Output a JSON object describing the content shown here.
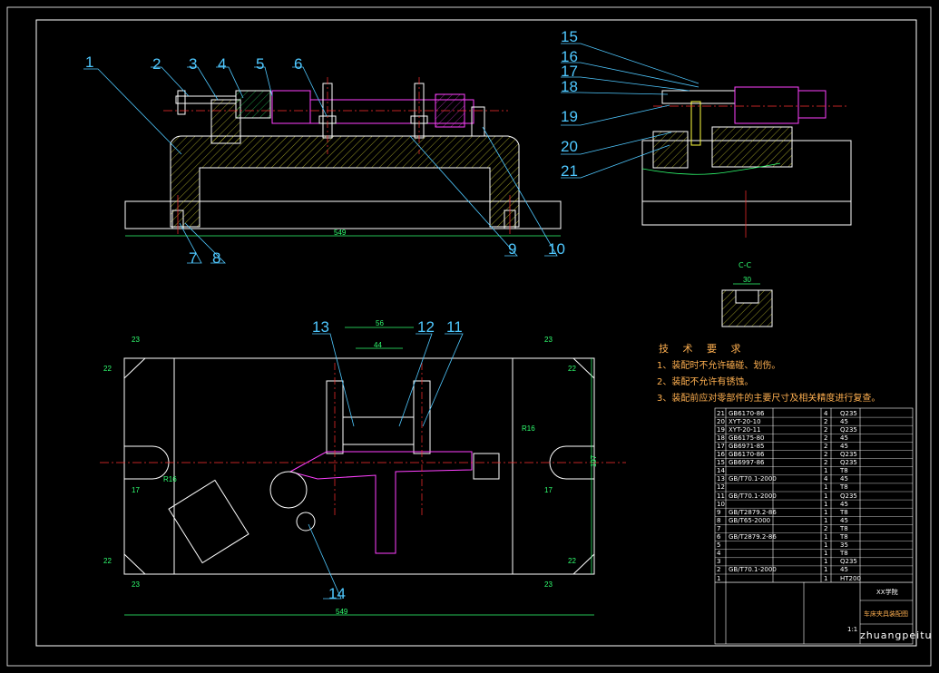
{
  "drawing": {
    "balloons_front": [
      "1",
      "2",
      "3",
      "4",
      "5",
      "6",
      "7",
      "8",
      "9",
      "10"
    ],
    "balloons_side": [
      "15",
      "16",
      "17",
      "18",
      "19",
      "20",
      "21"
    ],
    "balloons_plan": [
      "13",
      "12",
      "11",
      "14"
    ],
    "section_label": "C-C",
    "dims": {
      "front_len": "549",
      "plan_len": "549",
      "plan_h": "197",
      "sec_w": "30",
      "w56": "56",
      "w44": "44",
      "d23": "23",
      "d22": "22",
      "d17": "17",
      "r16": "R16"
    }
  },
  "tech_requirements": {
    "title": "技 术 要 求",
    "items": [
      "1、装配时不允许磕碰、划伤。",
      "2、装配不允许有锈蚀。",
      "3、装配前应对零部件的主要尺寸及相关精度进行复查。"
    ]
  },
  "parts_list": [
    {
      "no": "21",
      "code": "GB6170-86",
      "name": "",
      "qty": "4",
      "mat": "Q235"
    },
    {
      "no": "20",
      "code": "XYT-20-10",
      "name": "",
      "qty": "2",
      "mat": "45"
    },
    {
      "no": "19",
      "code": "XYT-20-11",
      "name": "",
      "qty": "2",
      "mat": "Q235"
    },
    {
      "no": "18",
      "code": "GB6175-80",
      "name": "",
      "qty": "2",
      "mat": "45"
    },
    {
      "no": "17",
      "code": "GB6971-85",
      "name": "",
      "qty": "2",
      "mat": "45"
    },
    {
      "no": "16",
      "code": "GB6170-86",
      "name": "",
      "qty": "2",
      "mat": "Q235"
    },
    {
      "no": "15",
      "code": "GB6997-86",
      "name": "",
      "qty": "2",
      "mat": "Q235"
    },
    {
      "no": "14",
      "code": "",
      "name": "",
      "qty": "1",
      "mat": "T8"
    },
    {
      "no": "13",
      "code": "GB/T70.1-2000",
      "name": "",
      "qty": "4",
      "mat": "45"
    },
    {
      "no": "12",
      "code": "",
      "name": "",
      "qty": "1",
      "mat": "T8"
    },
    {
      "no": "11",
      "code": "GB/T70.1-2000",
      "name": "",
      "qty": "1",
      "mat": "Q235"
    },
    {
      "no": "10",
      "code": "",
      "name": "",
      "qty": "1",
      "mat": "45"
    },
    {
      "no": "9",
      "code": "GB/T2879.2-86",
      "name": "",
      "qty": "1",
      "mat": "T8"
    },
    {
      "no": "8",
      "code": "GB/T65-2000",
      "name": "",
      "qty": "1",
      "mat": "45"
    },
    {
      "no": "7",
      "code": "",
      "name": "",
      "qty": "2",
      "mat": "T8"
    },
    {
      "no": "6",
      "code": "GB/T2879.2-86",
      "name": "",
      "qty": "1",
      "mat": "T8"
    },
    {
      "no": "5",
      "code": "",
      "name": "",
      "qty": "1",
      "mat": "35"
    },
    {
      "no": "4",
      "code": "",
      "name": "",
      "qty": "1",
      "mat": "T8"
    },
    {
      "no": "3",
      "code": "",
      "name": "",
      "qty": "1",
      "mat": "Q235"
    },
    {
      "no": "2",
      "code": "GB/T70.1-2000",
      "name": "",
      "qty": "1",
      "mat": "45"
    },
    {
      "no": "1",
      "code": "",
      "name": "",
      "qty": "1",
      "mat": "HT200"
    }
  ],
  "title_block": {
    "school": "XX学院",
    "drawing_name": "车床夹具装配图",
    "scale": "1:1",
    "watermark": "zhuangpeitu"
  },
  "colors": {
    "background": "#000000",
    "outline": "#ffffff",
    "leader": "#4fc8ff",
    "dimension": "#30ff70",
    "center": "#ff3030",
    "part_highlight": "#ff40ff",
    "section_hatch": "#ffff40",
    "note_text": "#ffb050"
  }
}
